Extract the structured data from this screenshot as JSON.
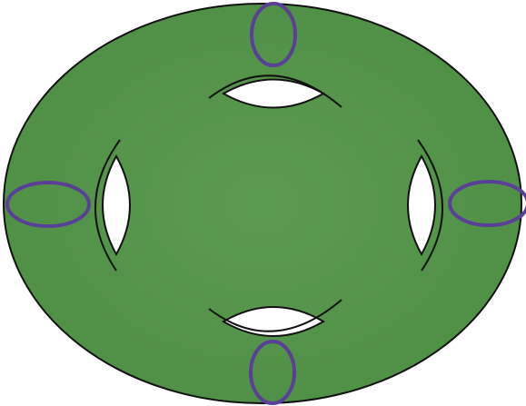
{
  "figure": {
    "description_kind": "genus-4 surface with meridian curves",
    "colors": {
      "surface_fill": "#4f8f45",
      "surface_fill_light": "#5b9a50",
      "outline": "#111111",
      "hole_fill": "#ffffff",
      "curve": "#5a3f97"
    },
    "holes": 4,
    "meridian_curves": 4
  }
}
